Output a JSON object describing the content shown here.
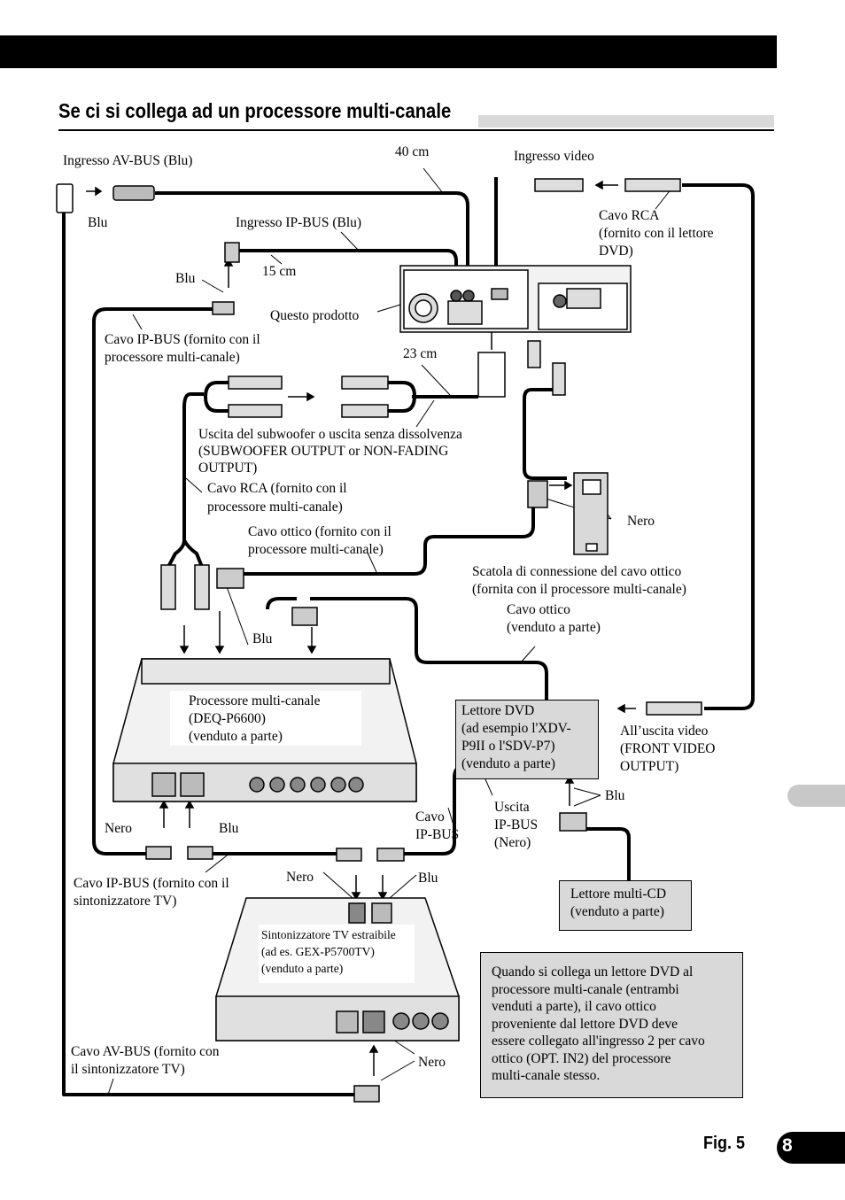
{
  "page": {
    "title": "Se ci si collega ad un processore multi-canale",
    "figure_label": "Fig. 5",
    "page_number": "8"
  },
  "labels": {
    "ingresso_av_bus": "Ingresso AV-BUS (Blu)",
    "blu_top_left": "Blu",
    "cable_40cm": "40 cm",
    "ingresso_video": "Ingresso video",
    "ingresso_ip_bus": "Ingresso IP-BUS (Blu)",
    "cavo_rca_dvd": "Cavo RCA\n(fornito con il lettore\nDVD)",
    "cable_15cm": "15 cm",
    "blu_ip_bus": "Blu",
    "questo_prodotto": "Questo prodotto",
    "cavo_ip_bus_proc": "Cavo IP-BUS (fornito con il\nprocessore multi-canale)",
    "cable_23cm": "23 cm",
    "uscita_subwoofer": "Uscita del subwoofer o uscita senza dissolvenza\n(SUBWOOFER OUTPUT or NON-FADING\nOUTPUT)",
    "cavo_rca_proc": "Cavo RCA (fornito con il\nprocessore multi-canale)",
    "nero_optical_box": "Nero",
    "cavo_ottico_proc": "Cavo ottico (fornito con il\nprocessore multi-canale)",
    "scatola_ottico": "Scatola di connessione del cavo ottico\n(fornita con il processore multi-canale)",
    "cavo_ottico_venduto": "Cavo ottico\n(venduto a parte)",
    "blu_processor": "Blu",
    "processore": "Processore multi-canale\n(DEQ-P6600)\n(venduto a parte)",
    "lettore_dvd": "Lettore DVD\n(ad esempio l'XDV-\nP9II o l'SDV-P7)\n(venduto a parte)",
    "all_uscita_video": "All’uscita video\n(FRONT VIDEO\nOUTPUT)",
    "blu_dvd": "Blu",
    "uscita_ip_bus": "Uscita\nIP-BUS\n(Nero)",
    "cavo_ip_bus": "Cavo\nIP-BUS",
    "nero_proc": "Nero",
    "blu_proc_bottom": "Blu",
    "cavo_ip_bus_tv": "Cavo IP-BUS (fornito con il\nsintonizzatore TV)",
    "nero_tv": "Nero",
    "blu_tv": "Blu",
    "lettore_multi_cd": "Lettore multi-CD\n(venduto a parte)",
    "sintonizzatore_tv": "Sintonizzatore TV estraibile\n(ad es. GEX-P5700TV)\n(venduto a parte)",
    "cavo_av_bus_tv": "Cavo AV-BUS (fornito con\nil sintonizzatore TV)",
    "nero_av_bus": "Nero"
  },
  "note": "Quando si collega un lettore DVD al\nprocessore multi-canale (entrambi\nvenduti a parte), il cavo ottico\nproveniente dal lettore DVD deve\nessere collegato all'ingresso 2 per cavo\nottico (OPT. IN2) del processore\nmulti-canale stesso."
}
